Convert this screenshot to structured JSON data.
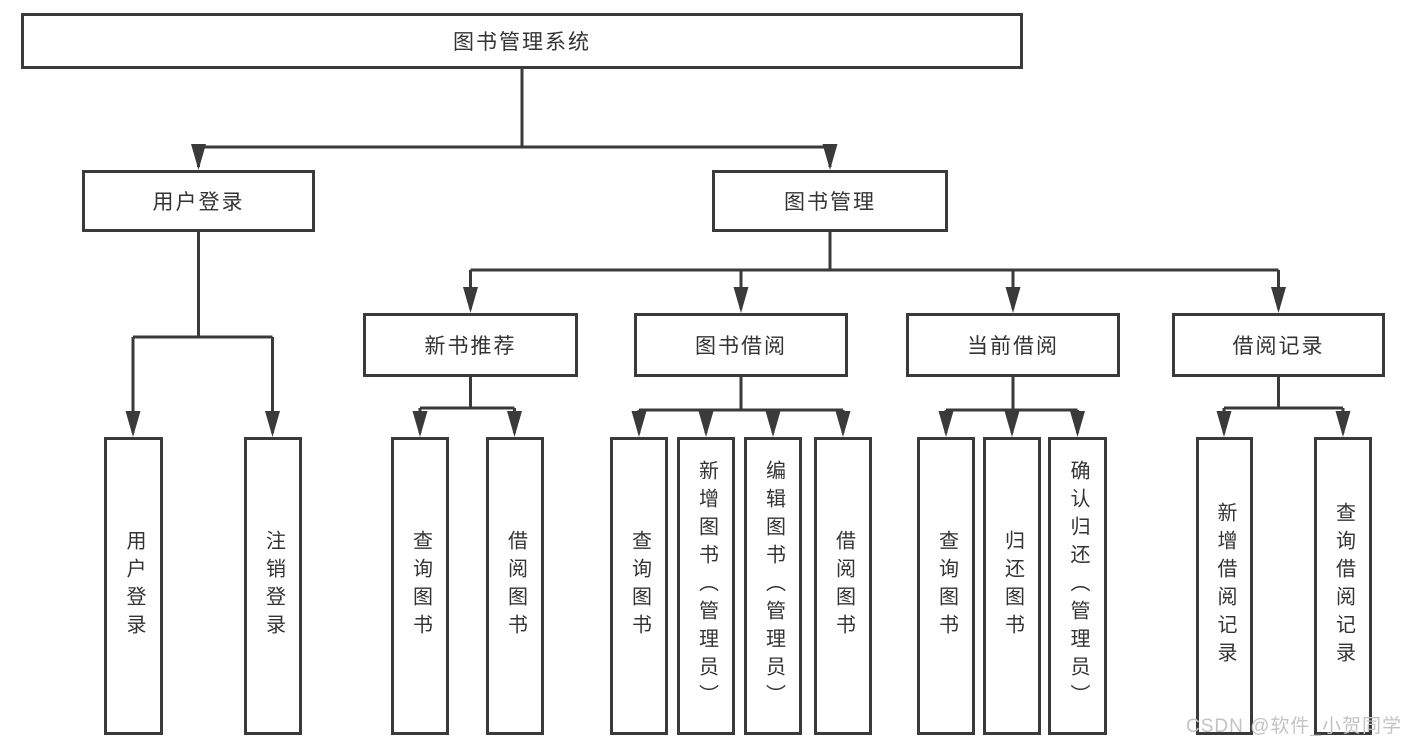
{
  "diagram": {
    "root": {
      "label": "图书管理系统"
    },
    "level2": {
      "user_login": {
        "label": "用户登录"
      },
      "book_management": {
        "label": "图书管理"
      }
    },
    "level3": {
      "new_book_recommend": {
        "label": "新书推荐"
      },
      "book_borrow": {
        "label": "图书借阅"
      },
      "current_borrow": {
        "label": "当前借阅"
      },
      "borrow_records": {
        "label": "借阅记录"
      }
    },
    "leaves": {
      "user_login": {
        "label": "用户登录"
      },
      "logout": {
        "label": "注销登录"
      },
      "query_books_a": {
        "label": "查询图书"
      },
      "borrow_books_a": {
        "label": "借阅图书"
      },
      "query_books_b": {
        "label": "查询图书"
      },
      "add_book_admin": {
        "label": "新增图书（管理员）"
      },
      "edit_book_admin": {
        "label": "编辑图书（管理员）"
      },
      "borrow_books_b": {
        "label": "借阅图书"
      },
      "query_books_c": {
        "label": "查询图书"
      },
      "return_book": {
        "label": "归还图书"
      },
      "confirm_return_admin": {
        "label": "确认归还（管理员）"
      },
      "add_borrow_record": {
        "label": "新增借阅记录"
      },
      "query_borrow_record": {
        "label": "查询借阅记录"
      }
    }
  },
  "watermark": {
    "text": "CSDN @软件_小贺同学"
  },
  "colors": {
    "line": "#3a3a3a",
    "text": "#333333",
    "watermark": "#c3c3c3",
    "background": "#ffffff"
  }
}
